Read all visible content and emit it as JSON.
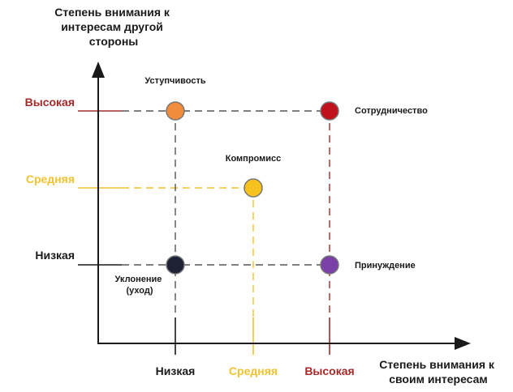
{
  "diagram": {
    "y_axis_title": [
      "Степень внимания к",
      "интересам другой",
      "стороны"
    ],
    "x_axis_title": [
      "Степень внимания к",
      "своим интересам"
    ],
    "y_levels": [
      {
        "label": "Высокая",
        "color": "#a52a2a"
      },
      {
        "label": "Средняя",
        "color": "#f2c230"
      },
      {
        "label": "Низкая",
        "color": "#1a1a1a"
      }
    ],
    "x_levels": [
      {
        "label": "Низкая",
        "color": "#1a1a1a"
      },
      {
        "label": "Средняя",
        "color": "#f2c230"
      },
      {
        "label": "Высокая",
        "color": "#a52a2a"
      }
    ],
    "styles": [
      {
        "name": "Уступчивость",
        "x_level": "Низкая",
        "y_level": "Высокая",
        "color": "#f08c3c"
      },
      {
        "name": "Сотрудничество",
        "x_level": "Высокая",
        "y_level": "Высокая",
        "color": "#c0121a"
      },
      {
        "name": "Компромисс",
        "x_level": "Средняя",
        "y_level": "Средняя",
        "color": "#f7c21c"
      },
      {
        "name": "Уклонение (уход)",
        "name_lines": [
          "Уклонение",
          "(уход)"
        ],
        "x_level": "Низкая",
        "y_level": "Низкая",
        "color": "#1c2233"
      },
      {
        "name": "Принуждение",
        "x_level": "Высокая",
        "y_level": "Низкая",
        "color": "#7a3fa8"
      }
    ]
  }
}
